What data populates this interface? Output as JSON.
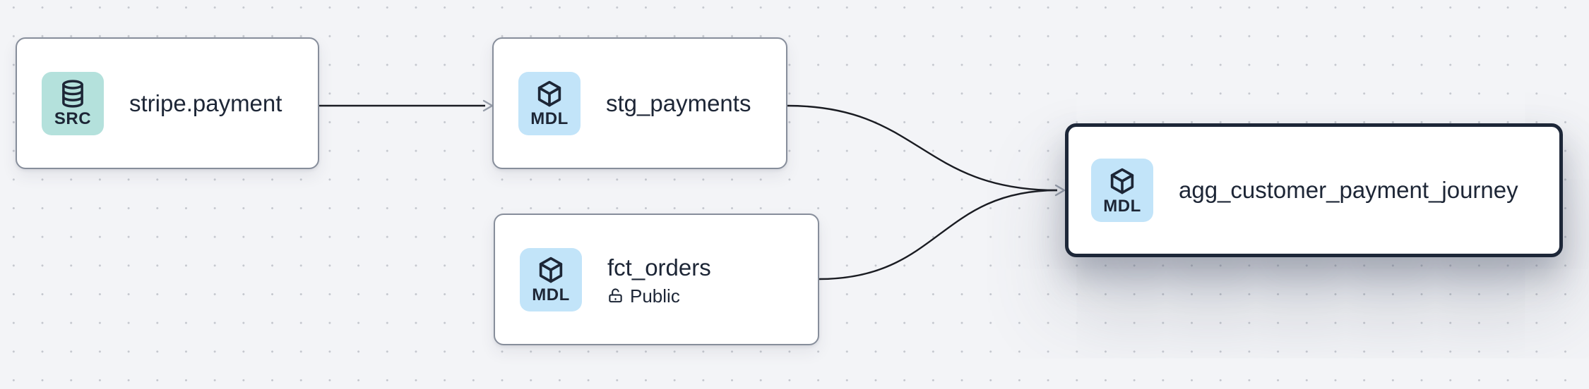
{
  "canvas": {
    "background": "#f3f4f7",
    "dot_color": "#c4c7ce"
  },
  "edge_color": "#1a1c22",
  "arrowhead_color": "#99a0ac",
  "selected_border_color": "#1d2738",
  "nodes": [
    {
      "title": "stripe.payment",
      "badge": "SRC",
      "icon": "database-icon",
      "icon_bg": "#b4e1dc",
      "selected": false
    },
    {
      "title": "stg_payments",
      "badge": "MDL",
      "icon": "cube-icon",
      "icon_bg": "#c2e4f9",
      "selected": false
    },
    {
      "title": "fct_orders",
      "badge": "MDL",
      "icon": "cube-icon",
      "icon_bg": "#c2e4f9",
      "subtitle": "Public",
      "subtitle_icon": "unlock-icon",
      "selected": false
    },
    {
      "title": "agg_customer_payment_journey",
      "badge": "MDL",
      "icon": "cube-icon",
      "icon_bg": "#c2e4f9",
      "selected": true
    }
  ],
  "edges": [
    {
      "from": "stripe.payment",
      "to": "stg_payments"
    },
    {
      "from": "stg_payments",
      "to": "agg_customer_payment_journey"
    },
    {
      "from": "fct_orders",
      "to": "agg_customer_payment_journey"
    }
  ]
}
